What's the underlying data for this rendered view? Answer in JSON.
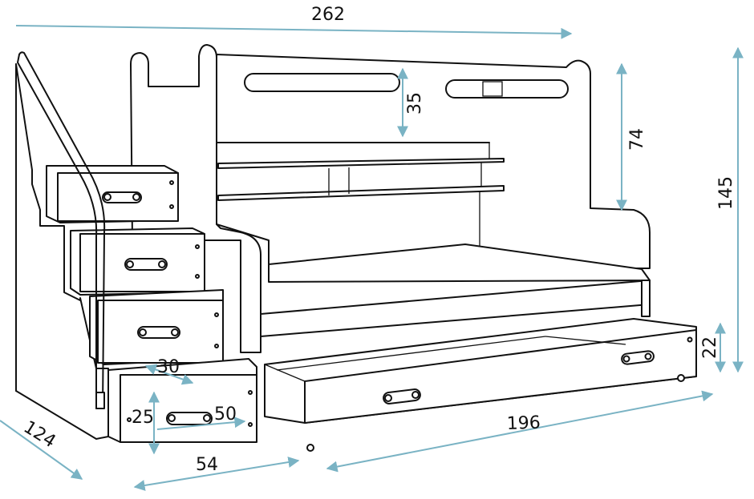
{
  "dimensions": {
    "total_length": "262",
    "headboard_slot_height": "35",
    "top_rail_height": "74",
    "total_height": "145",
    "stair_depth": "124",
    "step_depth": "30",
    "drawer_height": "25",
    "drawer_width": "50",
    "stair_width": "54",
    "lower_bed_length": "196",
    "trundle_height": "22"
  },
  "colors": {
    "dimension_line": "#7ab3c4",
    "outline": "#111111",
    "background": "#ffffff"
  }
}
